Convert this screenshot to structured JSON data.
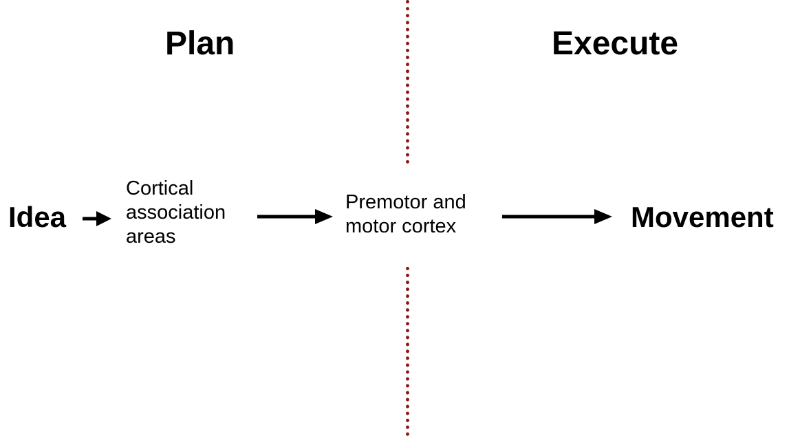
{
  "headings": {
    "plan": "Plan",
    "execute": "Execute"
  },
  "nodes": {
    "idea": "Idea",
    "cortical": [
      "Cortical",
      "association",
      "areas"
    ],
    "premotor": [
      "Premotor and",
      "motor cortex"
    ],
    "movement": "Movement"
  },
  "colors": {
    "divider": "#8b1a1a",
    "text": "#000000"
  }
}
